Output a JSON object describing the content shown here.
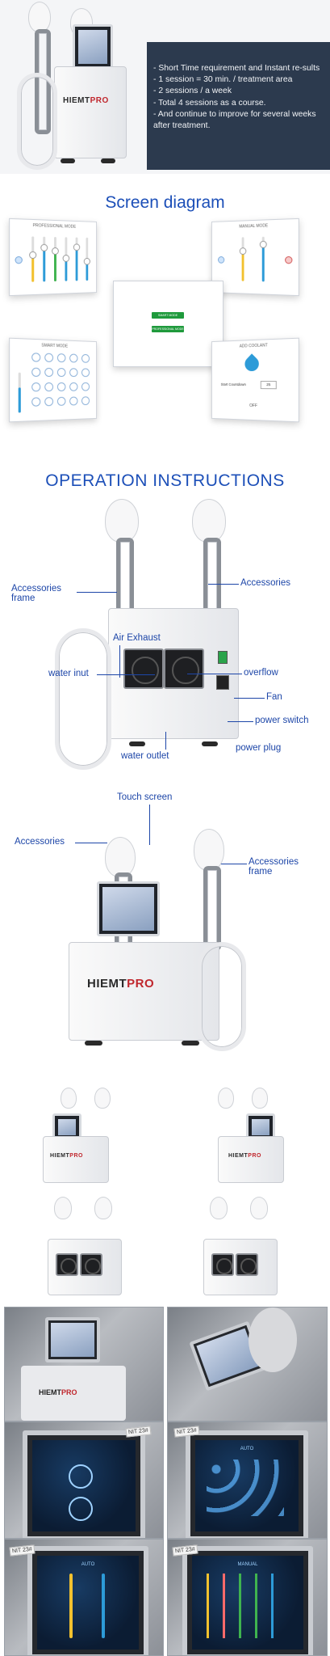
{
  "hero": {
    "brand_prefix": "HIEMT",
    "brand_suffix": "PRO",
    "lines": [
      "- Short Time requirement and Instant re-sults",
      "- 1 session = 30 min. / treatment area",
      "- 2 sessions / a week",
      "- Total 4 sessions as a course.",
      "- And continue to improve for several weeks after treatment."
    ]
  },
  "diagram": {
    "title": "Screen diagram",
    "professional_mode": {
      "title": "PROFESSIONAL MODE",
      "levels": [
        0.62,
        0.78,
        0.7,
        0.55,
        0.8,
        0.48
      ],
      "colors": [
        "#f2c12e",
        "#2d9bd8",
        "#3fb34f",
        "#2d9bd8",
        "#2d9bd8",
        "#2d9bd8"
      ]
    },
    "smart_mode": {
      "title": "SMART MODE"
    },
    "center_menu": {
      "buttons": [
        "SMART MODE",
        "PROFESSIONAL MODE"
      ]
    },
    "manual_mode": {
      "title": "MANUAL MODE",
      "levels": [
        0.7,
        0.85
      ],
      "colors": [
        "#f2c12e",
        "#2d9bd8"
      ]
    },
    "add_coolant": {
      "title": "ADD COOLANT",
      "label": "Start Countdown",
      "value": "25",
      "button": "OFF"
    }
  },
  "operation": {
    "title": "OPERATION INSTRUCTIONS",
    "labels": {
      "accessories": "Accessories",
      "accessories_frame_1": "Accessories",
      "accessories_frame_2": "frame",
      "air_exhaust": "Air Exhaust",
      "water_inut": "water inut",
      "overflow": "overflow",
      "fan": "Fan",
      "power_switch": "power switch",
      "power_plug": "power plug",
      "water_outlet": "water outlet"
    }
  },
  "front": {
    "labels": {
      "touch_screen": "Touch screen",
      "accessories": "Accessories",
      "accessories_frame_1": "Accessories",
      "accessories_frame_2": "frame"
    }
  },
  "photos": {
    "stickers": [
      "NIT 23#",
      "NIT 23#",
      "NIT 23#",
      "NIT 23#"
    ],
    "screens": [
      "",
      "AUTO",
      "AUTO",
      "MANUAL"
    ]
  },
  "colors": {
    "heading_blue": "#1c4fb8",
    "panel_navy": "#2c3a4e",
    "brand_red": "#c0272d"
  }
}
